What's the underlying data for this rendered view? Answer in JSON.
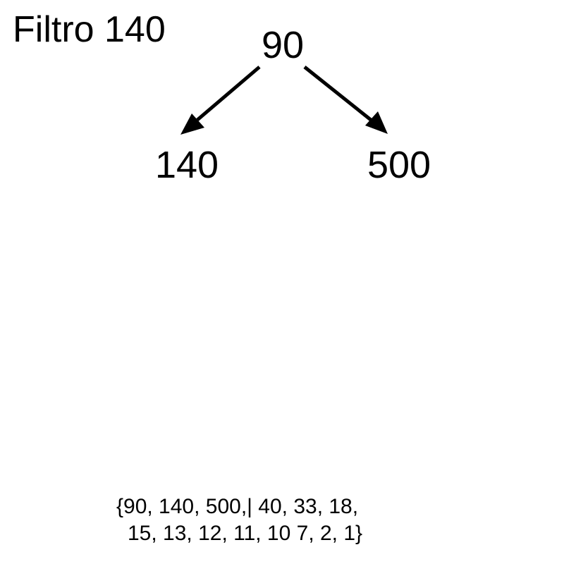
{
  "title": "Filtro 140",
  "tree": {
    "root": "90",
    "left_child": "140",
    "right_child": "500"
  },
  "sequence": {
    "line1": "{90, 140, 500,| 40, 33, 18,",
    "line2": "15, 13, 12, 11, 10 7, 2, 1}"
  }
}
